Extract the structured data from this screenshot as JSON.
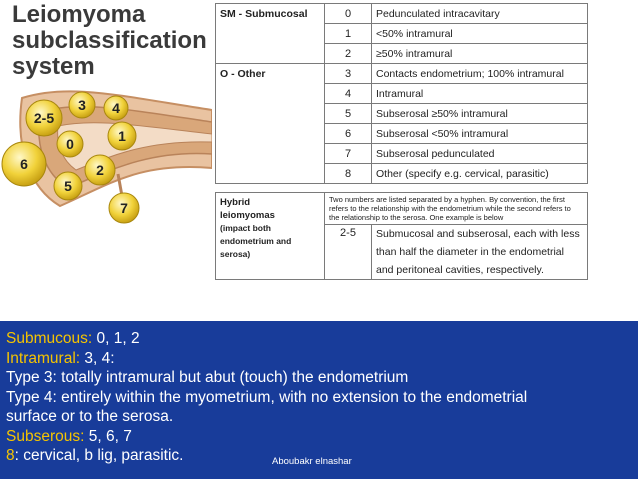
{
  "title": {
    "line1": "Leiomyoma",
    "line2": "subclassification",
    "line3": "system"
  },
  "diagram": {
    "labels": [
      "2-5",
      "3",
      "4",
      "0",
      "1",
      "6",
      "2",
      "5",
      "7"
    ]
  },
  "table": {
    "groups": {
      "submucosal": "SM - Submucosal",
      "other": "O - Other",
      "hybrid_line1": "Hybrid",
      "hybrid_line2": "leiomyomas",
      "hybrid_line3": "(impact both",
      "hybrid_line4": "endometrium and",
      "hybrid_line5": "serosa)"
    },
    "rows": [
      {
        "num": "0",
        "desc": "Pedunculated intracavitary"
      },
      {
        "num": "1",
        "desc": "<50% intramural"
      },
      {
        "num": "2",
        "desc": "≥50% intramural"
      },
      {
        "num": "3",
        "desc": "Contacts endometrium; 100% intramural"
      },
      {
        "num": "4",
        "desc": "Intramural"
      },
      {
        "num": "5",
        "desc": "Subserosal ≥50% intramural"
      },
      {
        "num": "6",
        "desc": "Subserosal <50% intramural"
      },
      {
        "num": "7",
        "desc": "Subserosal pedunculated"
      },
      {
        "num": "8",
        "desc": "Other (specify e.g. cervical, parasitic)"
      }
    ],
    "hybrid_note_1": "Two numbers are listed separated by a hyphen. By convention, the first",
    "hybrid_note_2": "refers to the relationship with the endometrium while the second refers to",
    "hybrid_note_3": "the relationship to the serosa. One example is below",
    "hybrid_num": "2-5",
    "hybrid_desc_1": "Submucosal and subserosal, each with less",
    "hybrid_desc_2": "than half the diameter in the endometrial",
    "hybrid_desc_3": "and peritoneal cavities, respectively."
  },
  "panel": {
    "submucous_label": "Submucous:",
    "submucous_value": " 0, 1, 2",
    "intramural_label": "Intramural:",
    "intramural_value": " 3, 4:",
    "type3": "Type 3: totally intramural but abut (touch) the endometrium",
    "type4_line1": "Type 4: entirely within the myometrium, with no extension to the endometrial",
    "type4_line2": "surface or to the serosa.",
    "subserous_label": "Subserous:",
    "subserous_value": " 5, 6, 7",
    "eight_label": "8",
    "eight_value": ": cervical, b lig, parasitic.",
    "author": "Aboubakr elnashar"
  },
  "colors": {
    "panel_bg": "#183c9a",
    "highlight": "#f5c400",
    "fibroid": "#f1d23a",
    "uterus_wall": "#d9a77a"
  }
}
